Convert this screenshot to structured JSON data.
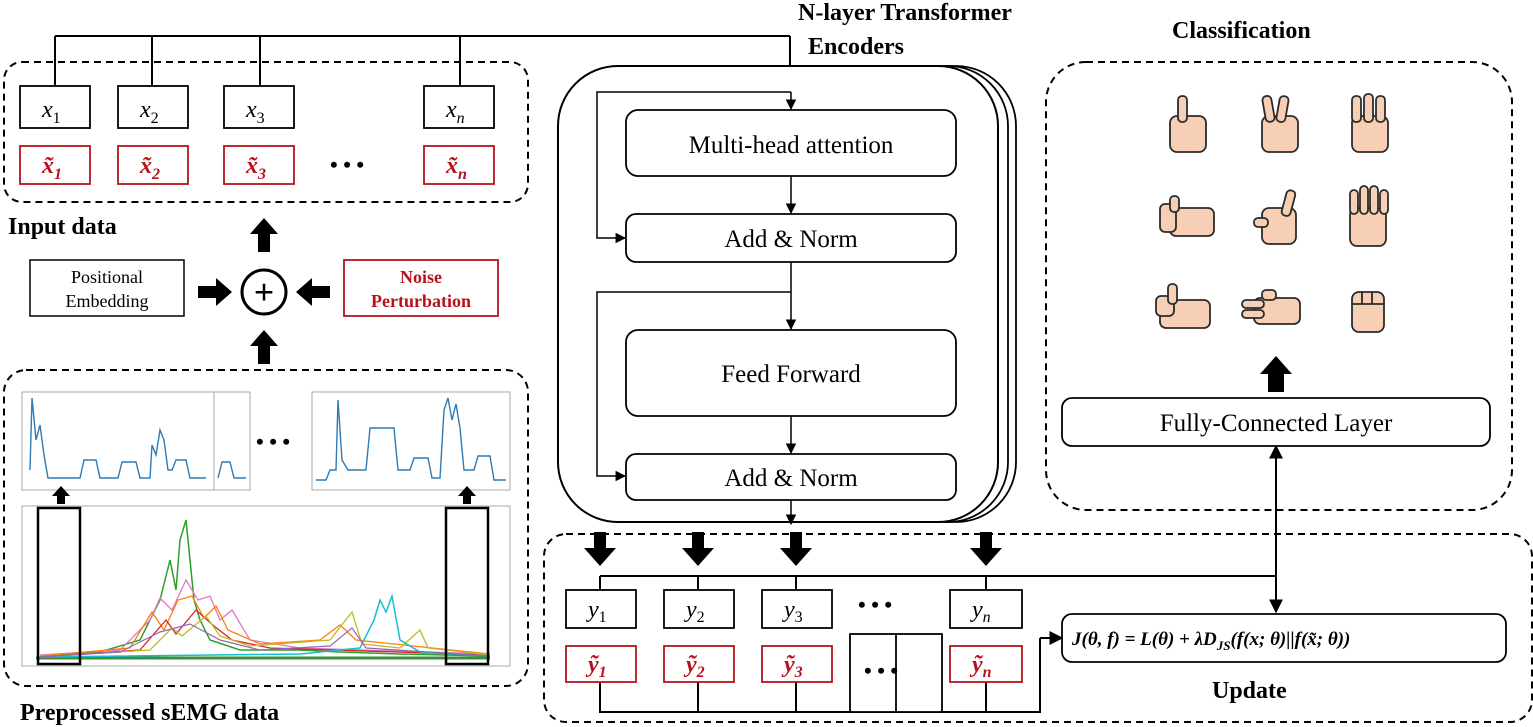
{
  "titles": {
    "transformer": [
      "N-layer Transformer",
      "Encoders"
    ],
    "classification": "Classification",
    "input_data": "Input data",
    "preprocessed": "Preprocessed sEMG data",
    "update": "Update"
  },
  "inputs": {
    "x": [
      "x",
      "x",
      "x",
      "x"
    ],
    "x_subs": [
      "1",
      "2",
      "3",
      "n"
    ],
    "x_tilde": [
      "x̃",
      "x̃",
      "x̃",
      "x̃"
    ],
    "x_tilde_subs": [
      "1",
      "2",
      "3",
      "n"
    ],
    "ellipsis": "• • •"
  },
  "embedding": {
    "positional": [
      "Positional",
      "Embedding"
    ],
    "noise": [
      "Noise",
      "Perturbation"
    ],
    "plus": "+"
  },
  "encoder": {
    "mha": "Multi-head attention",
    "addnorm1": "Add & Norm",
    "ff": "Feed Forward",
    "addnorm2": "Add & Norm"
  },
  "outputs": {
    "y": [
      "y",
      "y",
      "y",
      "y"
    ],
    "y_subs": [
      "1",
      "2",
      "3",
      "n"
    ],
    "y_tilde": [
      "ỹ",
      "ỹ",
      "ỹ",
      "ỹ"
    ],
    "y_tilde_subs": [
      "1",
      "2",
      "3",
      "n"
    ],
    "ellipsis": "• • •",
    "box_ellipsis": "• • •"
  },
  "loss": {
    "formula": "J(θ, f) =  L(θ) + λD",
    "js_sub": "JS",
    "formula_rest": "(f(x; θ)||f(x̃; θ))"
  },
  "fc_layer": "Fully-Connected Layer",
  "semg": {
    "ellipsis": "• • •"
  },
  "colors": {
    "red": "#b5121b",
    "hand_fill": "#f6cfb4",
    "hand_stroke": "#2b2b2b",
    "signal_blue": "#2f7bb5"
  },
  "icons": [
    "one-finger-hand-icon",
    "peace-hand-icon",
    "three-finger-hand-icon",
    "thumb-side-hand-icon",
    "index-raised-hand-icon",
    "four-finger-hand-icon",
    "thumbs-sideways-hand-icon",
    "flat-hand-icon",
    "fist-hand-icon"
  ]
}
